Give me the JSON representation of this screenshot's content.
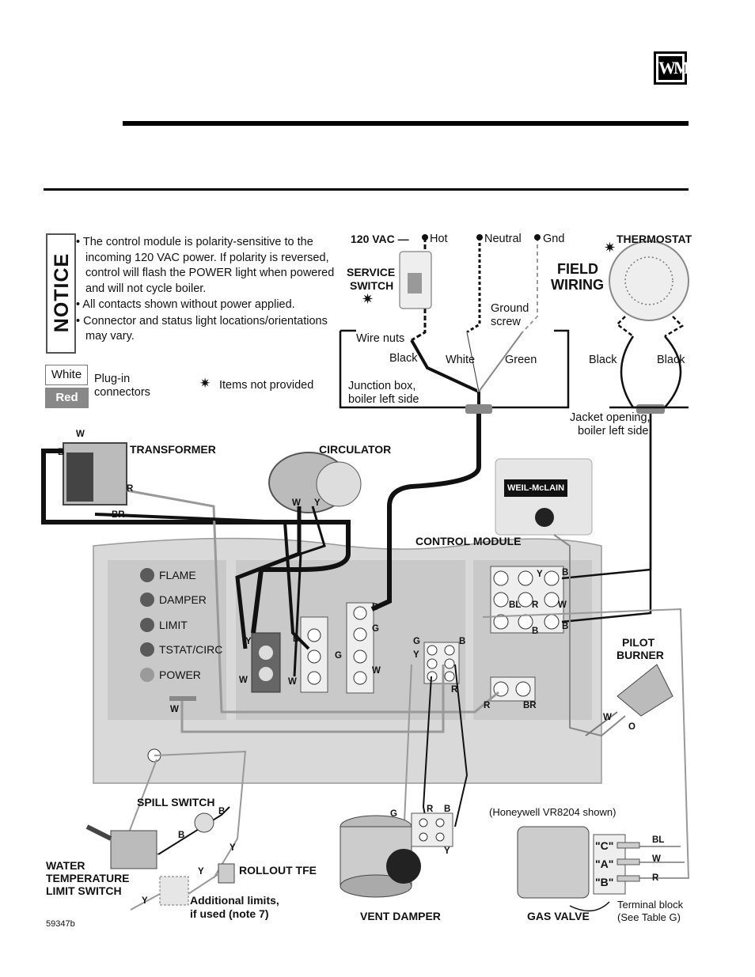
{
  "notice": {
    "title": "NOTICE",
    "bullets": [
      "• The control module is polarity-sensitive to the incoming 120 VAC power. If polarity is reversed, control will flash the POWER light when powered and will not cycle boiler.",
      "• All contacts shown without power applied.",
      "• Connector and status light locations/orientations may vary."
    ]
  },
  "legend": {
    "white_label": "White",
    "red_label": "Red",
    "plugin_line1": "Plug-in",
    "plugin_line2": "connectors",
    "star_note": "Items not provided"
  },
  "power": {
    "vac": "120 VAC —",
    "hot": "Hot",
    "neutral": "Neutral",
    "gnd": "Gnd",
    "service_switch_1": "SERVICE",
    "service_switch_2": "SWITCH",
    "ground_screw_1": "Ground",
    "ground_screw_2": "screw",
    "wire_nuts": "Wire nuts",
    "black": "Black",
    "white": "White",
    "green": "Green",
    "junction_1": "Junction box,",
    "junction_2": "boiler left side"
  },
  "field_wiring": {
    "line1": "FIELD",
    "line2": "WIRING"
  },
  "thermostat": {
    "title": "THERMOSTAT",
    "black_left": "Black",
    "black_right": "Black",
    "jacket_1": "Jacket opening,",
    "jacket_2": "boiler left side"
  },
  "components": {
    "transformer": "TRANSFORMER",
    "circulator": "CIRCULATOR",
    "control_module": "CONTROL MODULE",
    "brand": "WEIL-McLAIN",
    "pilot_1": "PILOT",
    "pilot_2": "BURNER",
    "spill_switch": "SPILL SWITCH",
    "water_temp_1": "WATER",
    "water_temp_2": "TEMPERATURE",
    "water_temp_3": "LIMIT SWITCH",
    "rollout": "ROLLOUT TFE",
    "additional_1": "Additional limits,",
    "additional_2": "if used (note 7)",
    "vent_damper": "VENT DAMPER",
    "gas_valve": "GAS VALVE",
    "honeywell": "(Honeywell VR8204 shown)",
    "terminal_1": "Terminal block",
    "terminal_2": "(See Table G)",
    "figure_id": "59347b"
  },
  "status_lights": [
    "FLAME",
    "DAMPER",
    "LIMIT",
    "TSTAT/CIRC",
    "POWER"
  ],
  "terminals": {
    "C": "\"C\"",
    "A": "\"A\"",
    "B": "\"B\""
  },
  "wire_codes": {
    "W": "W",
    "B": "B",
    "R": "R",
    "BR": "BR",
    "Y": "Y",
    "G": "G",
    "BL": "BL",
    "O": "O"
  },
  "colors": {
    "panel": "#d9d9d9",
    "panel_dark": "#c8c8c8",
    "led": "#5a5a5a",
    "led_power": "#9a9a9a",
    "wire_black": "#111111",
    "wire_grey": "#9a9a9a"
  }
}
